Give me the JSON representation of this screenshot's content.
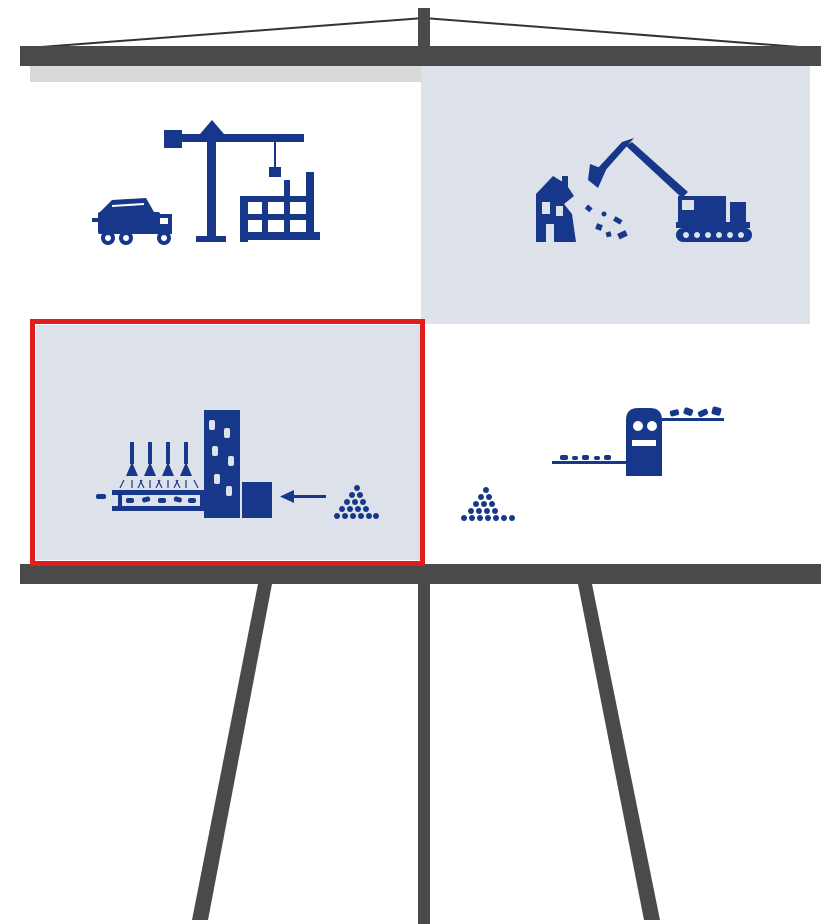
{
  "colors": {
    "icon": "#17378a",
    "rail": "#4a4a4a",
    "panel_tint": "#dde2ea",
    "highlight": "#e01e1e",
    "background": "#ffffff"
  },
  "panels": [
    {
      "name": "construction",
      "icons": [
        "concrete-mixer-truck-icon",
        "tower-crane-icon",
        "building-frame-icon"
      ],
      "tinted": false
    },
    {
      "name": "demolition",
      "icons": [
        "damaged-house-icon",
        "excavator-icon",
        "debris-icon"
      ],
      "tinted": true
    },
    {
      "name": "recycling-plant",
      "icons": [
        "sprinkler-icon",
        "conveyor-icon",
        "plant-tower-icon",
        "arrow-icon",
        "rubble-pile-icon"
      ],
      "tinted": true,
      "highlighted": true
    },
    {
      "name": "crushing",
      "icons": [
        "rubble-pile-icon",
        "crusher-icon",
        "conveyor-icon"
      ],
      "tinted": false
    }
  ]
}
